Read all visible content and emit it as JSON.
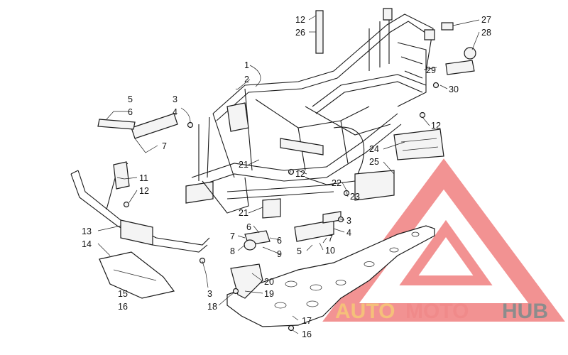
{
  "diagram": {
    "callouts": [
      {
        "id": "c1",
        "label": "1"
      },
      {
        "id": "c2",
        "label": "2"
      },
      {
        "id": "c3a",
        "label": "3"
      },
      {
        "id": "c4a",
        "label": "4"
      },
      {
        "id": "c5a",
        "label": "5"
      },
      {
        "id": "c6a",
        "label": "6"
      },
      {
        "id": "c7a",
        "label": "7"
      },
      {
        "id": "c11",
        "label": "11"
      },
      {
        "id": "c12a",
        "label": "12"
      },
      {
        "id": "c13",
        "label": "13"
      },
      {
        "id": "c14",
        "label": "14"
      },
      {
        "id": "c15",
        "label": "15"
      },
      {
        "id": "c16a",
        "label": "16"
      },
      {
        "id": "c3b",
        "label": "3"
      },
      {
        "id": "c18",
        "label": "18"
      },
      {
        "id": "c7b",
        "label": "7"
      },
      {
        "id": "c8",
        "label": "8"
      },
      {
        "id": "c6b",
        "label": "6"
      },
      {
        "id": "c6c",
        "label": "6"
      },
      {
        "id": "c9",
        "label": "9"
      },
      {
        "id": "c21a",
        "label": "21"
      },
      {
        "id": "c21b",
        "label": "21"
      },
      {
        "id": "c12b",
        "label": "12"
      },
      {
        "id": "c3c",
        "label": "3"
      },
      {
        "id": "c4b",
        "label": "4"
      },
      {
        "id": "c7c",
        "label": "7"
      },
      {
        "id": "c5b",
        "label": "5"
      },
      {
        "id": "c10",
        "label": "10"
      },
      {
        "id": "c20",
        "label": "20"
      },
      {
        "id": "c19",
        "label": "19"
      },
      {
        "id": "c17",
        "label": "17"
      },
      {
        "id": "c16b",
        "label": "16"
      },
      {
        "id": "c22",
        "label": "22"
      },
      {
        "id": "c23",
        "label": "23"
      },
      {
        "id": "c24",
        "label": "24"
      },
      {
        "id": "c25",
        "label": "25"
      },
      {
        "id": "c12c",
        "label": "12"
      },
      {
        "id": "c12d",
        "label": "12"
      },
      {
        "id": "c26",
        "label": "26"
      },
      {
        "id": "c27",
        "label": "27"
      },
      {
        "id": "c28",
        "label": "28"
      },
      {
        "id": "c29",
        "label": "29"
      },
      {
        "id": "c30",
        "label": "30"
      }
    ]
  },
  "watermark": {
    "part1": "AUTO",
    "part2": "MOTO",
    "part3": "HUB",
    "color_auto": "#f5c07a",
    "color_moto": "#f08a8a",
    "color_hub": "#8c8c8c",
    "triangle_color": "#f08080"
  }
}
